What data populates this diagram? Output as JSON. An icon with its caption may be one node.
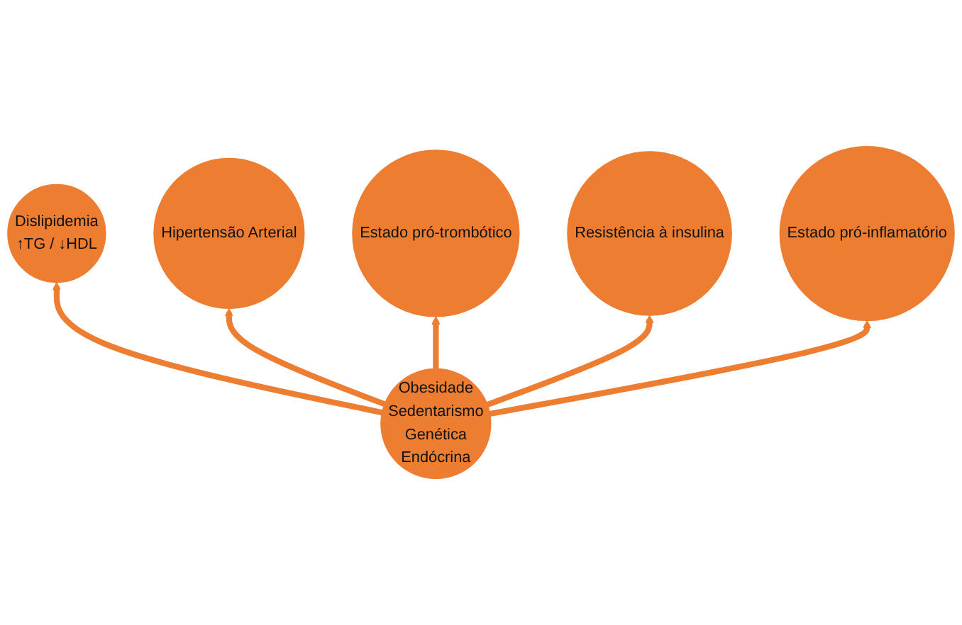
{
  "diagram": {
    "nodes": [
      {
        "text": [
          "Dislipidemia",
          "↑TG / ↓HDL"
        ]
      },
      {
        "text": [
          "Hipertensão Arterial"
        ]
      },
      {
        "text": [
          "Estado pró-trombótico"
        ]
      },
      {
        "text": [
          "Obesidade",
          "Sedentarismo",
          "Genética",
          "Endócrina"
        ]
      },
      {
        "text": [
          "Resistência à insulina"
        ]
      },
      {
        "text": [
          "Estado pró-inflamatório"
        ]
      }
    ],
    "edges": [
      {
        "from": 3,
        "to": 0,
        "arrow": "to"
      },
      {
        "from": 3,
        "to": 1,
        "arrow": "to"
      },
      {
        "from": 3,
        "to": 2,
        "arrow": "to"
      },
      {
        "from": 3,
        "to": 4,
        "arrow": "to"
      },
      {
        "from": 3,
        "to": 5,
        "arrow": "to"
      }
    ]
  }
}
